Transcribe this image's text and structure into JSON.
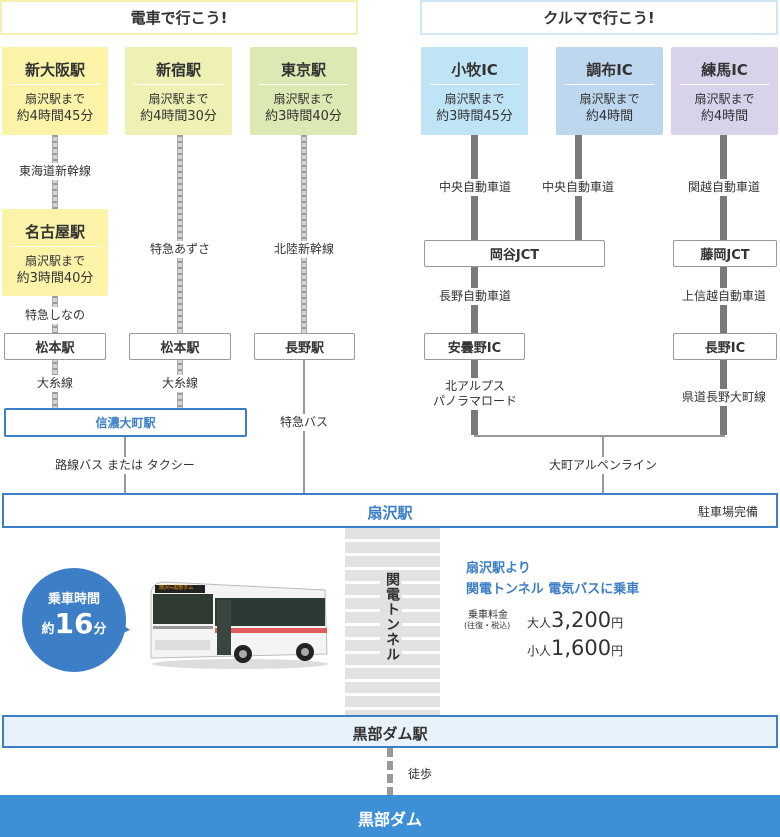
{
  "train": {
    "title": "電車で行こう!",
    "stations": [
      {
        "name": "新大阪駅",
        "to": "扇沢駅まで",
        "time": "約4時間45分"
      },
      {
        "name": "新宿駅",
        "to": "扇沢駅まで",
        "time": "約4時間30分"
      },
      {
        "name": "東京駅",
        "to": "扇沢駅まで",
        "time": "約3時間40分"
      },
      {
        "name": "名古屋駅",
        "to": "扇沢駅まで",
        "time": "約3時間40分"
      }
    ],
    "lines": {
      "tokaido": "東海道新幹線",
      "azusa": "特急あずさ",
      "hokuriku": "北陸新幹線",
      "shinano": "特急しなの",
      "oito1": "大糸線",
      "oito2": "大糸線",
      "express_bus": "特急バス",
      "local_bus": "路線バス または タクシー"
    },
    "stops": {
      "matsumoto1": "松本駅",
      "matsumoto2": "松本駅",
      "nagano": "長野駅",
      "shinano_omachi": "信濃大町駅"
    }
  },
  "car": {
    "title": "クルマで行こう!",
    "ics": [
      {
        "name": "小牧IC",
        "to": "扇沢駅まで",
        "time": "約3時間45分"
      },
      {
        "name": "調布IC",
        "to": "扇沢駅まで",
        "time": "約4時間"
      },
      {
        "name": "練馬IC",
        "to": "扇沢駅まで",
        "time": "約4時間"
      }
    ],
    "roads": {
      "chuo1": "中央自動車道",
      "chuo2": "中央自動車道",
      "kanetsu": "関越自動車道",
      "nagano_exp": "長野自動車道",
      "joshinetsu": "上信越自動車道",
      "panorama": "北アルプス\nパノラマロード",
      "kendo": "県道長野大町線",
      "alpen": "大町アルペンライン"
    },
    "junctions": {
      "okaya": "岡谷JCT",
      "fujioka": "藤岡JCT",
      "azumino": "安曇野IC",
      "nagano_ic": "長野IC"
    }
  },
  "ogisawa": {
    "name": "扇沢駅",
    "parking": "駐車場完備"
  },
  "tunnel": {
    "name": "関電トンネル",
    "bubble_label": "乗車時間",
    "bubble_prefix": "約",
    "bubble_num": "16",
    "bubble_unit": "分",
    "bus_sign": "扇沢⇔黒部ダム",
    "info1": "扇沢駅より",
    "info2": "関電トンネル 電気バスに乗車",
    "fare_label": "乗車料金",
    "fare_note": "(往復・税込)",
    "adult_label": "大人",
    "adult_price": "3,200",
    "child_label": "小人",
    "child_price": "1,600",
    "yen": "円"
  },
  "kurobe_station": "黒部ダム駅",
  "walk": "徒歩",
  "kurobe_dam": "黒部ダム",
  "colors": {
    "blue": "#3d7fc6",
    "yellow": "#fbf3a8"
  }
}
